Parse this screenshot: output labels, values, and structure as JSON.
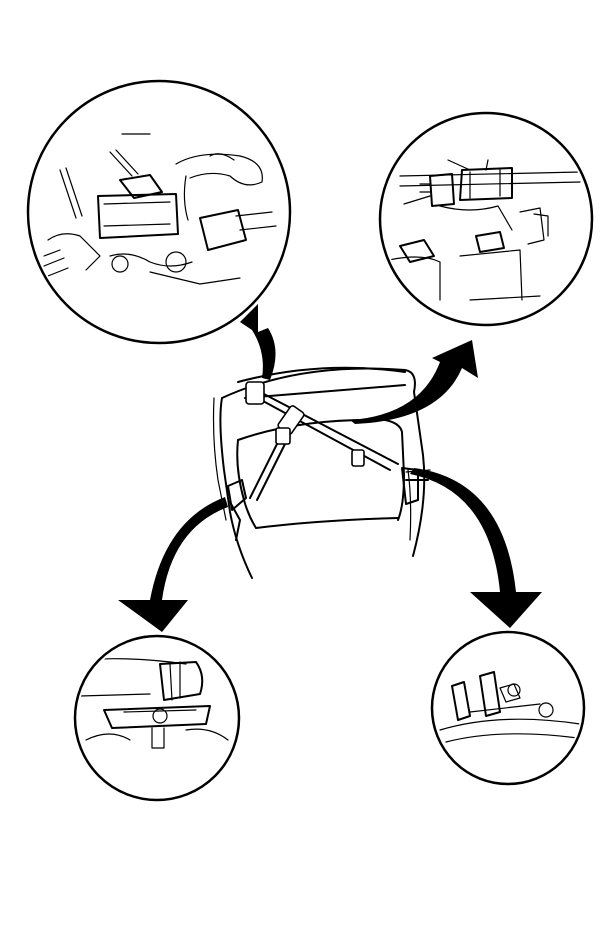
{
  "figure": {
    "description_visible_text": "",
    "callouts": [
      {
        "id": "upper-left",
        "icon": "detail-magnifier-circle"
      },
      {
        "id": "upper-right",
        "icon": "detail-magnifier-circle"
      },
      {
        "id": "lower-left",
        "icon": "detail-magnifier-circle"
      },
      {
        "id": "lower-right",
        "icon": "detail-magnifier-circle"
      }
    ],
    "colors": {
      "ink": "#000000",
      "paper": "#ffffff"
    }
  }
}
